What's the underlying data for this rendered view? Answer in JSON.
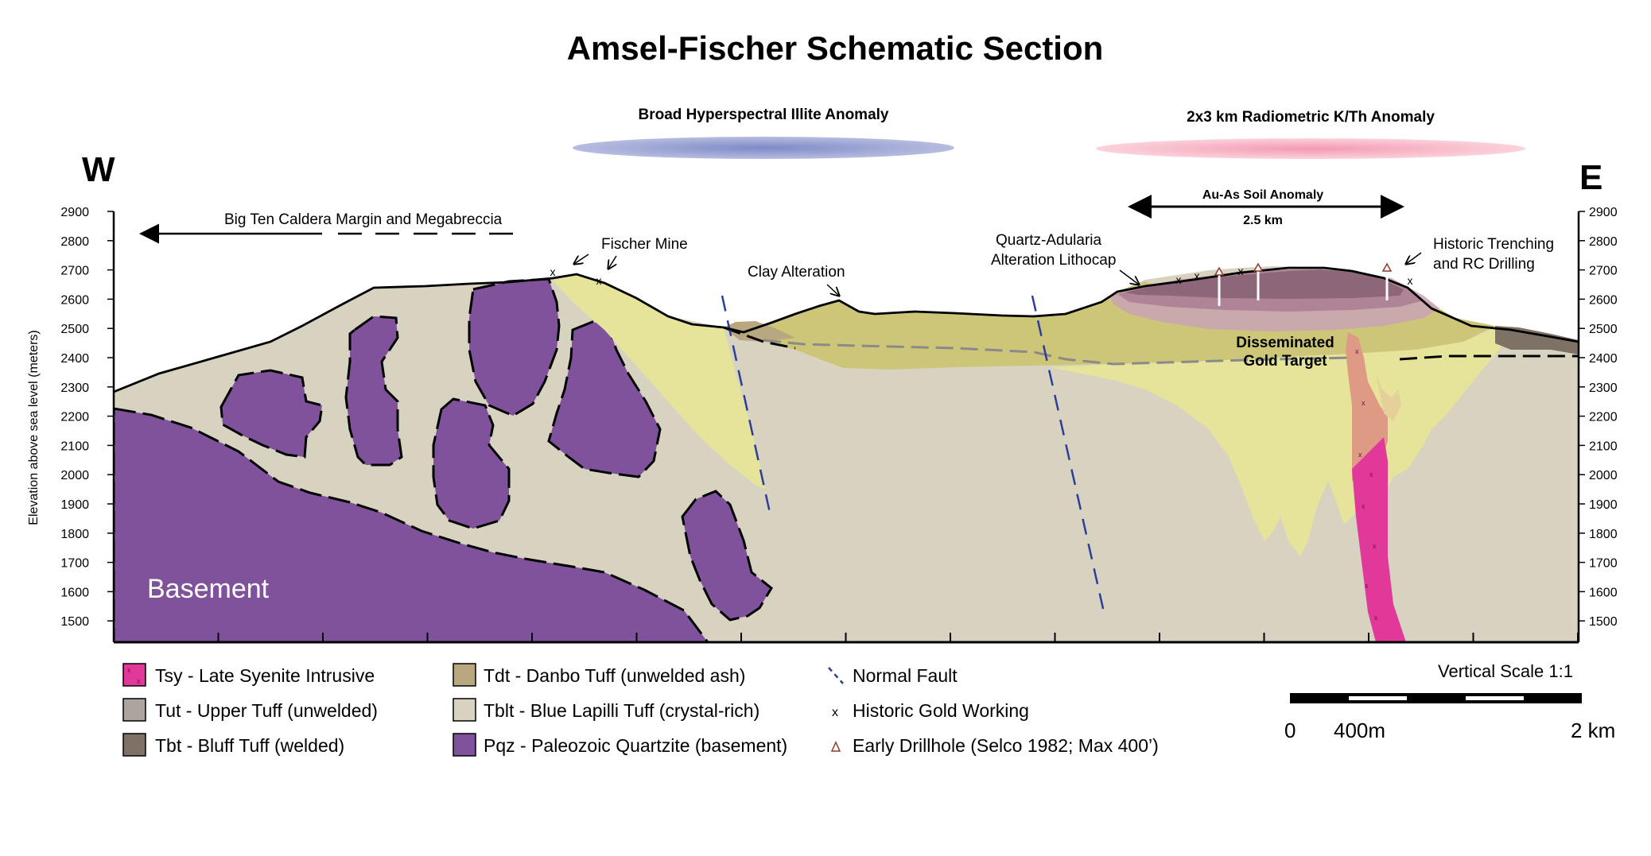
{
  "title": "Amsel-Fischer Schematic Section",
  "direction_west": "W",
  "direction_east": "E",
  "anomalies": {
    "hyperspectral": "Broad Hyperspectral Illite Anomaly",
    "radiometric": "2x3 km Radiometric K/Th Anomaly",
    "soil": "Au-As Soil Anomaly",
    "soil_width": "2.5 km"
  },
  "y_axis": {
    "label": "Elevation above sea level (meters)",
    "ticks": [
      "2900",
      "2800",
      "2700",
      "2600",
      "2500",
      "2400",
      "2300",
      "2200",
      "2100",
      "2000",
      "1900",
      "1800",
      "1700",
      "1600",
      "1500"
    ]
  },
  "annotations": {
    "caldera": "Big Ten Caldera Margin and Megabreccia",
    "fischer_mine": "Fischer Mine",
    "clay_alteration": "Clay Alteration",
    "lithocap_1": "Quartz-Adularia",
    "lithocap_2": "Alteration Lithocap",
    "trenching_1": "Historic Trenching",
    "trenching_2": "and RC Drilling",
    "target_1": "Disseminated",
    "target_2": "Gold Target",
    "basement": "Basement"
  },
  "legend": [
    {
      "code": "tsy",
      "text": "Tsy - Late Syenite Intrusive",
      "color": "#e0399a"
    },
    {
      "code": "tut",
      "text": "Tut - Upper Tuff (unwelded)",
      "color": "#aba59e"
    },
    {
      "code": "tbt",
      "text": "Tbt - Bluff Tuff (welded)",
      "color": "#7d7265"
    },
    {
      "code": "tdt",
      "text": "Tdt - Danbo Tuff (unwelded ash)",
      "color": "#b9a780"
    },
    {
      "code": "tblt",
      "text": "Tblt - Blue Lapilli Tuff (crystal-rich)",
      "color": "#d8d3c0"
    },
    {
      "code": "pqz",
      "text": "Pqz - Paleozoic Quartzite (basement)",
      "color": "#7f529b"
    }
  ],
  "symbols": {
    "fault": "Normal Fault",
    "gold_working": "Historic Gold Working",
    "drillhole": "Early Drillhole (Selco 1982; Max 400’)"
  },
  "scale": {
    "title": "Vertical Scale 1:1",
    "zero": "0",
    "mid": "400m",
    "end": "2 km"
  },
  "colors": {
    "tblt": "#d8d3c0",
    "pqz": "#7f529b",
    "alteration_yellow": "#e5e49a",
    "tdt_olive": "#cdc679",
    "lithocap": "#8d6679",
    "syenite": "#e0399a",
    "syenite_altered": "#de9a84",
    "fault_blue": "#2d3d9a",
    "illite_blue": "#8e98cf",
    "radiometric_pink": "#f4aebd"
  }
}
